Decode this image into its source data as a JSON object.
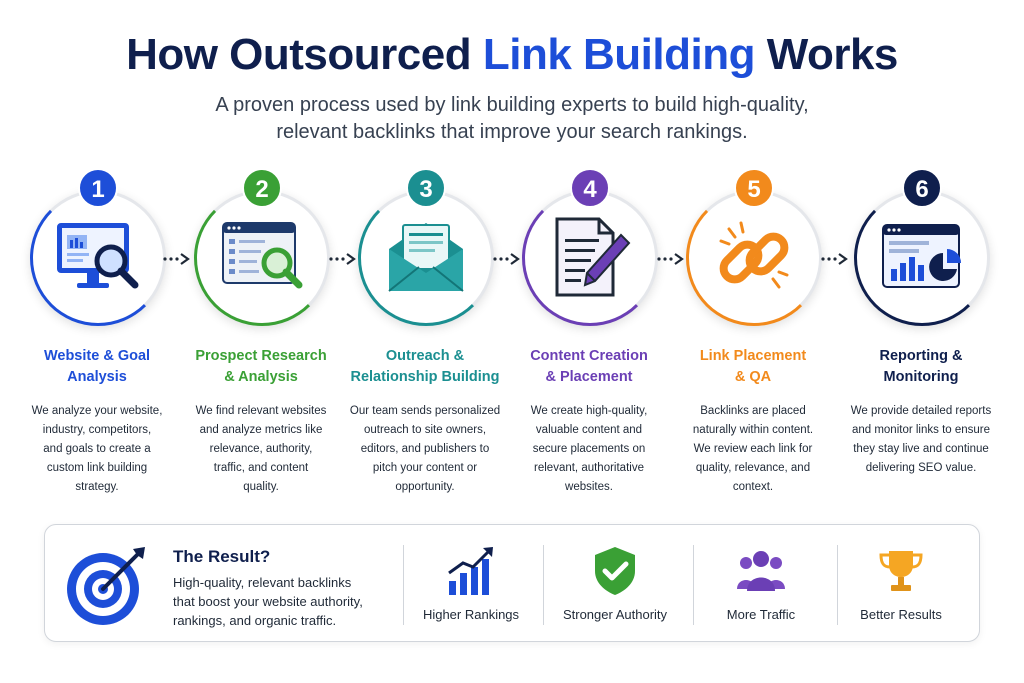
{
  "header": {
    "title_part1": "How Outsourced",
    "title_accent": "Link Building",
    "title_part2": "Works",
    "subtitle_line1": "A proven process used by link building experts to build high-quality,",
    "subtitle_line2": "relevant backlinks that improve your search rankings."
  },
  "steps": [
    {
      "number": "1",
      "title_line1": "Website & Goal",
      "title_line2": "Analysis",
      "color": "#1d4ed8",
      "icon": "monitor-search-icon",
      "desc": [
        "We analyze your website,",
        "industry, competitors,",
        "and goals to create a",
        "custom link building",
        "strategy."
      ]
    },
    {
      "number": "2",
      "title_line1": "Prospect Research",
      "title_line2": "& Analysis",
      "color": "#3aa035",
      "icon": "browser-search-icon",
      "desc": [
        "We find relevant websites",
        "and analyze metrics like",
        "relevance, authority,",
        "traffic, and content",
        "quality."
      ]
    },
    {
      "number": "3",
      "title_line1": "Outreach &",
      "title_line2": "Relationship Building",
      "color": "#1b8f91",
      "icon": "envelope-icon",
      "desc": [
        "Our team sends personalized",
        "outreach to site owners,",
        "editors, and publishers to",
        "pitch your content or",
        "opportunity."
      ]
    },
    {
      "number": "4",
      "title_line1": "Content Creation",
      "title_line2": "& Placement",
      "color": "#6b3fb5",
      "icon": "document-pen-icon",
      "desc": [
        "We create high-quality,",
        "valuable content and",
        "secure placements on",
        "relevant, authoritative",
        "websites."
      ]
    },
    {
      "number": "5",
      "title_line1": "Link Placement",
      "title_line2": "& QA",
      "color": "#f28a1c",
      "icon": "chain-link-icon",
      "desc": [
        "Backlinks are placed",
        "naturally within content.",
        "We review each link for",
        "quality, relevance, and",
        "context."
      ]
    },
    {
      "number": "6",
      "title_line1": "Reporting &",
      "title_line2": "Monitoring",
      "color": "#0f1f4d",
      "icon": "dashboard-report-icon",
      "desc": [
        "We provide detailed reports",
        "and monitor links to ensure",
        "they stay live and continue",
        "delivering SEO value."
      ]
    }
  ],
  "result": {
    "title": "The Result?",
    "text_line1": "High-quality, relevant backlinks",
    "text_line2": "that boost your website authority,",
    "text_line3": "rankings, and organic traffic.",
    "icon": "target-arrow-icon",
    "benefits": [
      {
        "label": "Higher Rankings",
        "icon": "growth-chart-icon"
      },
      {
        "label": "Stronger Authority",
        "icon": "shield-check-icon"
      },
      {
        "label": "More Traffic",
        "icon": "people-group-icon"
      },
      {
        "label": "Better Results",
        "icon": "trophy-icon"
      }
    ]
  },
  "colors": {
    "navy": "#0f1f4d",
    "blue": "#1d4ed8",
    "green": "#3aa035",
    "teal": "#1b8f91",
    "purple": "#6b3fb5",
    "orange": "#f28a1c"
  }
}
